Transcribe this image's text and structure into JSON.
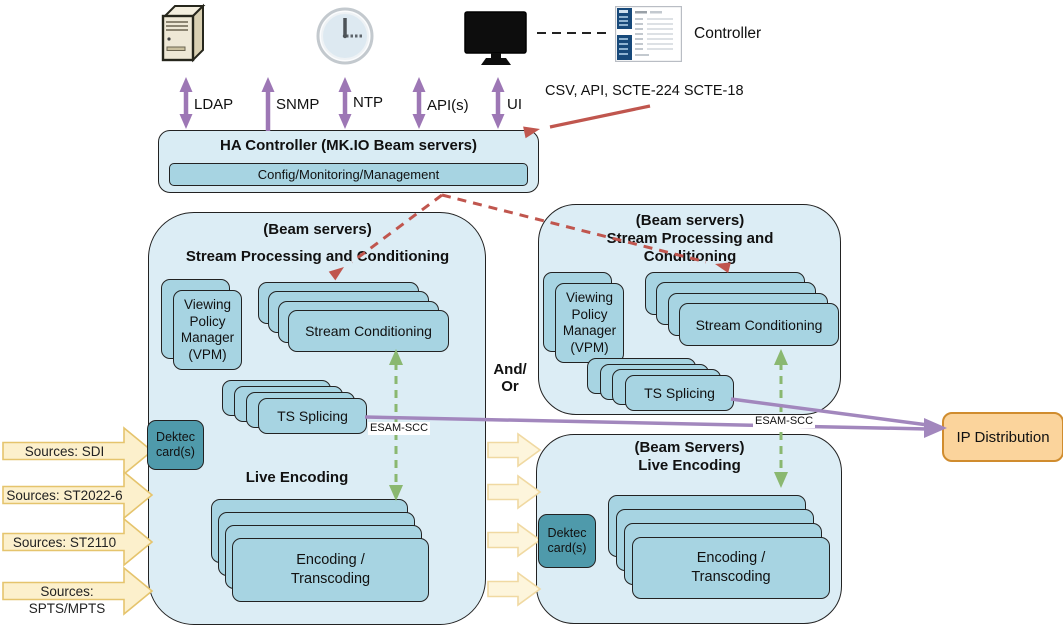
{
  "header": {
    "controller_label": "Controller",
    "controller_feed_label": "CSV, API, SCTE-224 SCTE-18",
    "protocols": [
      {
        "label": "LDAP"
      },
      {
        "label": "SNMP"
      },
      {
        "label": "NTP"
      },
      {
        "label": "API(s)"
      },
      {
        "label": "UI"
      }
    ]
  },
  "ha_controller": {
    "title": "HA Controller (MK.IO Beam servers)",
    "module": "Config/Monitoring/Management"
  },
  "left_cluster": {
    "subtitle": "(Beam servers)",
    "title": "Stream Processing and Conditioning",
    "vpm": "Viewing\nPolicy\nManager\n(VPM)",
    "stream_conditioning": "Stream Conditioning",
    "ts_splicing": "TS Splicing",
    "esam": "ESAM-SCC",
    "dektec": "Dektec\ncard(s)",
    "encoding_title": "Live Encoding",
    "encoding": "Encoding /\nTranscoding"
  },
  "right_processing_cluster": {
    "subtitle": "(Beam servers)",
    "title": "Stream Processing and\nConditioning",
    "vpm": "Viewing\nPolicy\nManager\n(VPM)",
    "stream_conditioning": "Stream Conditioning",
    "ts_splicing": "TS Splicing",
    "esam": "ESAM-SCC"
  },
  "right_encoding_cluster": {
    "subtitle": "(Beam Servers)",
    "title": "Live Encoding",
    "dektec": "Dektec\ncard(s)",
    "encoding": "Encoding /\nTranscoding"
  },
  "sources": [
    {
      "label": "Sources: SDI"
    },
    {
      "label": "Sources: ST2022-6"
    },
    {
      "label": "Sources: ST2110"
    },
    {
      "label": "Sources: SPTS/MPTS"
    }
  ],
  "connectors": {
    "and_or": "And/\nOr"
  },
  "ip_distribution": {
    "label": "IP Distribution"
  },
  "icons": [
    "server-icon",
    "clock-icon",
    "monitor-icon",
    "controller-app-thumbnail"
  ],
  "colors": {
    "cluster_bg": "#dcedf5",
    "node_bg": "#a7d4e2",
    "dektec_bg": "#4f9aab",
    "source_arrow_bg": "#fcf0cc",
    "source_arrow_border": "#e5c46d",
    "mid_arrow_bg": "#fdf5dc",
    "mid_arrow_border": "#f0d9a2",
    "ip_bg": "#fbd49c",
    "ip_border": "#d08c2e",
    "purple_arrow": "#9d77b5",
    "purple_line": "#a287bd",
    "green_arrow": "#8ab870",
    "red_arrow": "#c0564e"
  }
}
